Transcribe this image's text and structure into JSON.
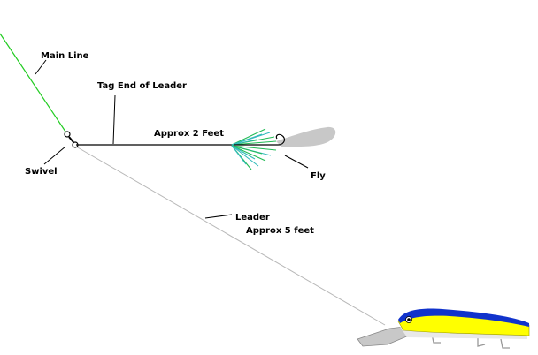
{
  "labels": {
    "main_line": "Main Line",
    "tag_end": "Tag End of Leader",
    "approx_2": "Approx 2 Feet",
    "swivel": "Swivel",
    "fly": "Fly",
    "leader": "Leader",
    "approx_5": "Approx 5 feet"
  },
  "colors": {
    "main_line": "#22cc22",
    "tag_line": "#000000",
    "leader_line": "#b8b8b8",
    "fly_green": "#22bb55",
    "fly_teal": "#33bbbb",
    "fly_tail": "#c8c8c8",
    "lure_body": "#ffff00",
    "lure_back": "#1133cc",
    "lure_lip": "#c8c8c8",
    "lure_belly": "#e8e8e8"
  },
  "icons": [
    "swivel-icon",
    "fly-icon",
    "hook-icon",
    "lure-icon"
  ]
}
